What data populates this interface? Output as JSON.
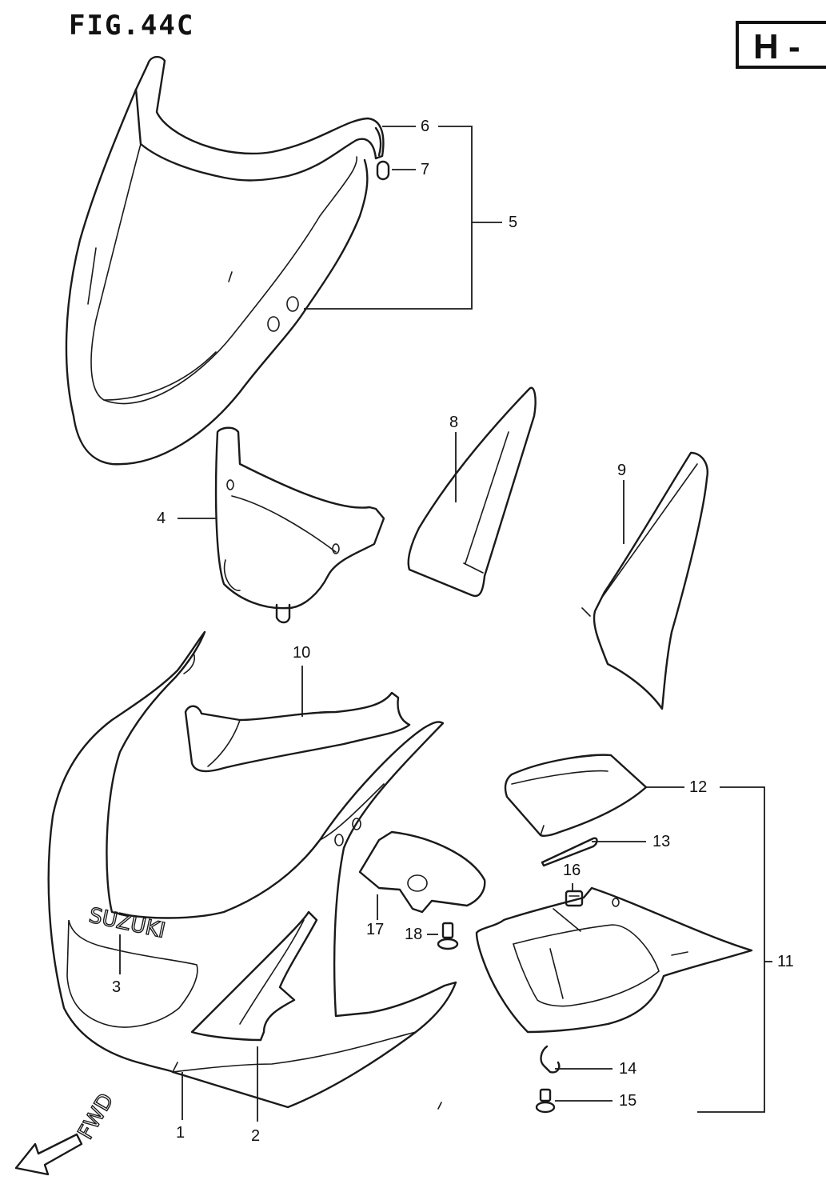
{
  "header": {
    "figure_label": "FIG.44C",
    "section_tag": "H -"
  },
  "callouts": {
    "c1": "1",
    "c2": "2",
    "c3": "3",
    "c4": "4",
    "c5": "5",
    "c6": "6",
    "c7": "7",
    "c8": "8",
    "c9": "9",
    "c10": "10",
    "c11": "11",
    "c12": "12",
    "c13": "13",
    "c14": "14",
    "c15": "15",
    "c16": "16",
    "c17": "17",
    "c18": "18"
  },
  "decals": {
    "brand": "SUZUKI",
    "direction": "FWD"
  },
  "colors": {
    "ink": "#1a1a1a",
    "paper": "#ffffff"
  }
}
